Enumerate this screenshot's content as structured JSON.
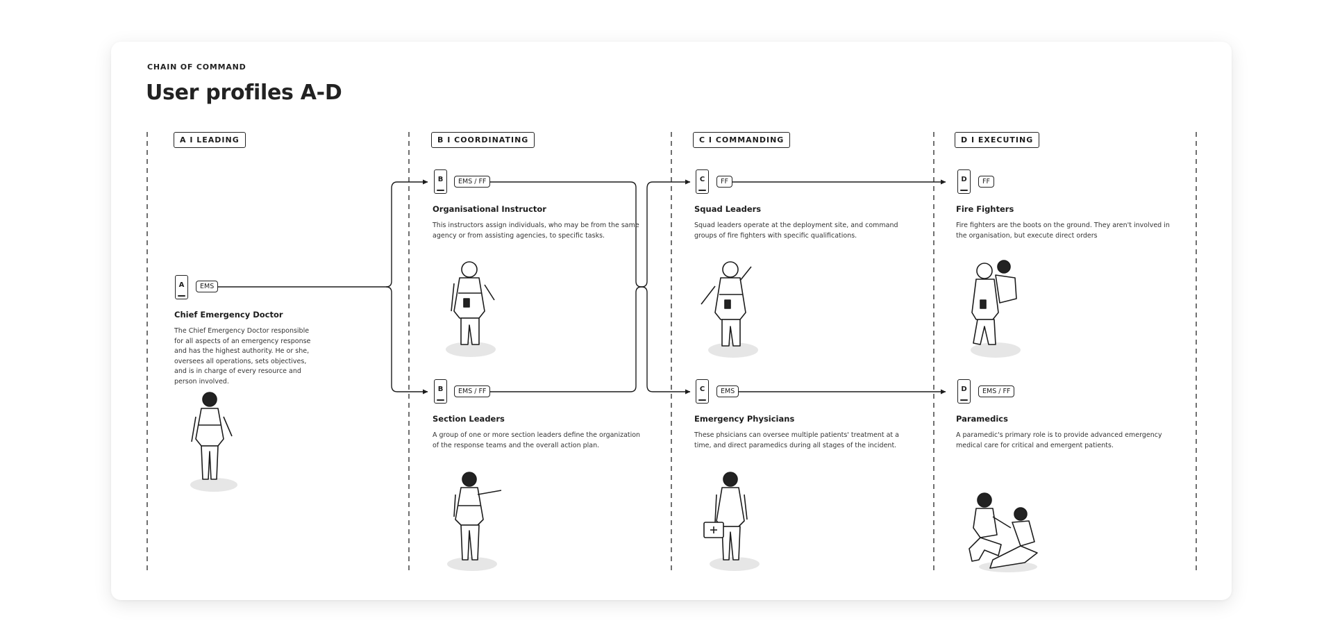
{
  "header": {
    "eyebrow": "CHAIN OF COMMAND",
    "title": "User profiles A-D"
  },
  "columns": [
    {
      "id": "A",
      "label": "A  I  LEADING"
    },
    {
      "id": "B",
      "label": "B  I  COORDINATING"
    },
    {
      "id": "C",
      "label": "C  I  COMMANDING"
    },
    {
      "id": "D",
      "label": "D  I  EXECUTING"
    }
  ],
  "profiles": [
    {
      "letter": "A",
      "badge": "EMS",
      "title": "Chief Emergency Doctor",
      "description": "The Chief Emergency Doctor responsible for all aspects of an emergency response and has the highest authority. He or she, oversees all operations, sets objectives, and is in charge of every resource and person involved."
    },
    {
      "letter": "B",
      "badge": "EMS / FF",
      "title": "Organisational Instructor",
      "description": "This instructors assign individuals, who may be from the same agency or from assisting agencies, to specific tasks."
    },
    {
      "letter": "B",
      "badge": "EMS / FF",
      "title": "Section  Leaders",
      "description": "A group of one or more section leaders define the organization of the response teams and the overall action plan."
    },
    {
      "letter": "C",
      "badge": "FF",
      "title": "Squad Leaders",
      "description": "Squad leaders operate at the deployment site, and command groups of fire fighters with specific qualifications."
    },
    {
      "letter": "C",
      "badge": "EMS",
      "title": "Emergency Physicians",
      "description": "These phsicians can oversee multiple patients' treatment at a time, and direct paramedics during all stages of the incident."
    },
    {
      "letter": "D",
      "badge": "FF",
      "title": "Fire Fighters",
      "description": "Fire fighters are the boots on the ground. They aren't involved in the organisation, but execute direct orders"
    },
    {
      "letter": "D",
      "badge": "EMS / FF",
      "title": "Paramedics",
      "description": "A paramedic's primary role is to provide advanced emergency medical care for critical and emergent patients."
    }
  ],
  "colors": {
    "ink": "#1c1c1c",
    "shadow": "#e6e6e6",
    "card": "#ffffff"
  }
}
